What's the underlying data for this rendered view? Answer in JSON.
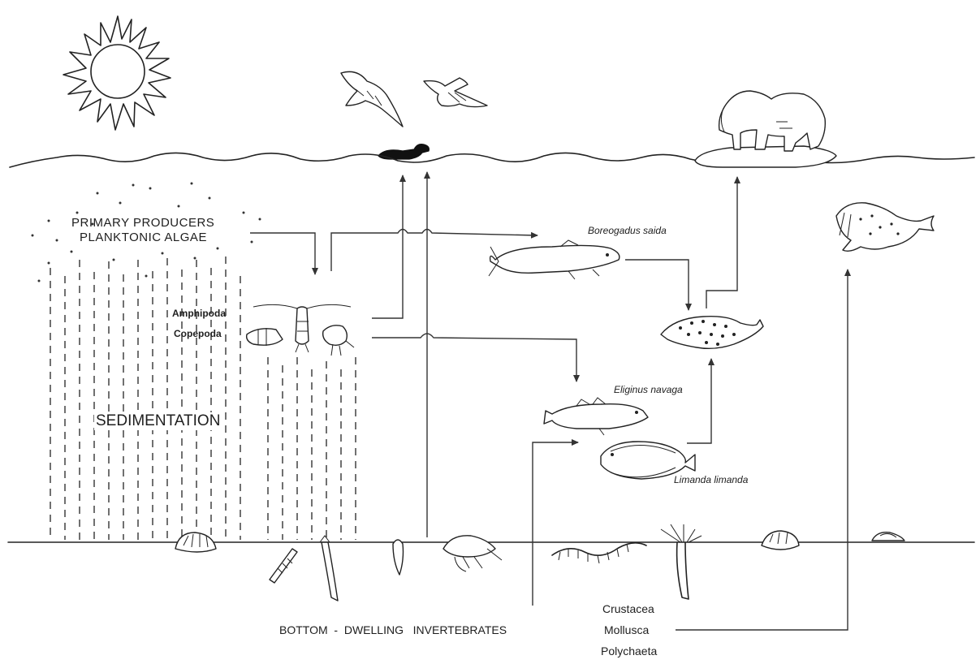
{
  "labels": {
    "primary_producers": "PRIMARY PRODUCERS",
    "planktonic_algae": "PLANKTONIC ALGAE",
    "amphipoda": "Amphipoda",
    "copepoda": "Copepoda",
    "sedimentation": "SEDIMENTATION",
    "boreogadus": "Boreogadus saida",
    "eliginus": "Eliginus navaga",
    "limanda": "Limanda limanda",
    "bottom_dwelling": "BOTTOM  -  DWELLING   INVERTEBRATES",
    "crustacea": "Crustacea",
    "mollusca": "Mollusca",
    "polychaeta": "Polychaeta"
  },
  "icons": [
    "sun-icon",
    "gull-icon",
    "tern-icon",
    "eider-duck-icon",
    "polar-bear-icon",
    "walrus-icon",
    "polar-cod-icon",
    "seal-icon",
    "navaga-fish-icon",
    "dab-flatfish-icon",
    "amphipod-icon",
    "copepod-icon",
    "shrimp-icon",
    "clam-icon",
    "worm-icon",
    "snail-icon"
  ]
}
